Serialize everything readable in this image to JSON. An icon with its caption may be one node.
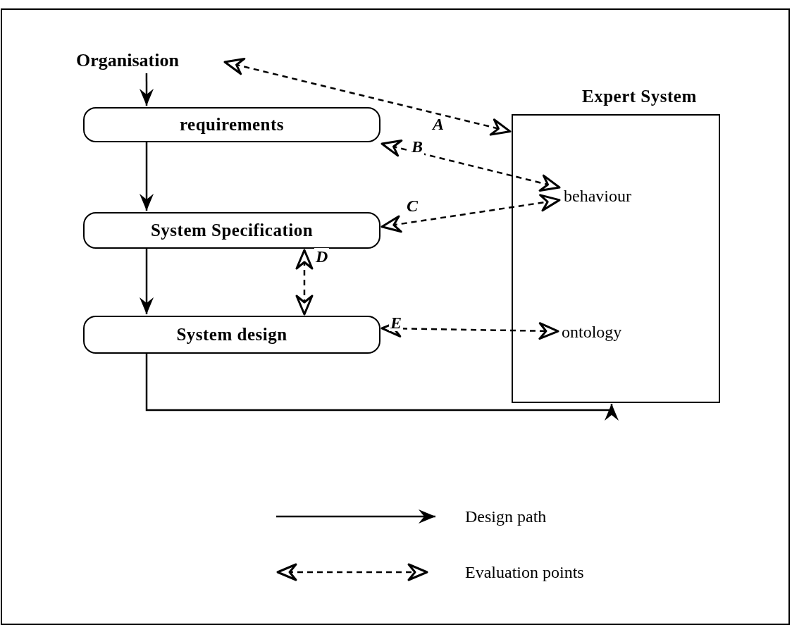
{
  "diagram": {
    "nodes": [
      {
        "text": [
          "Organisation"
        ]
      },
      {
        "text": [
          "requirements"
        ]
      },
      {
        "text": [
          "System Specification"
        ]
      },
      {
        "text": [
          "System design"
        ]
      },
      {
        "text": [
          "Expert System"
        ]
      },
      {
        "text": [
          "behaviour"
        ],
        "in": 4
      },
      {
        "text": [
          "ontology"
        ],
        "in": 4
      }
    ],
    "edges": [
      {
        "from": 0,
        "to": 1,
        "arrow": "to"
      },
      {
        "from": 1,
        "to": 2,
        "arrow": "to"
      },
      {
        "from": 2,
        "to": 3,
        "arrow": "to"
      },
      {
        "from": 3,
        "to": 4,
        "arrow": "to"
      },
      {
        "from": 0,
        "to": 4,
        "arrow": "both",
        "style": "dashed",
        "label": "A"
      },
      {
        "from": 1,
        "to": 5,
        "arrow": "both",
        "style": "dashed",
        "label": "B"
      },
      {
        "from": 2,
        "to": 5,
        "arrow": "both",
        "style": "dashed",
        "label": "C"
      },
      {
        "from": 2,
        "to": 3,
        "arrow": "both",
        "style": "dashed",
        "label": "D"
      },
      {
        "from": 3,
        "to": 6,
        "arrow": "both",
        "style": "dashed",
        "label": "E"
      }
    ],
    "legend": [
      {
        "text": "Design path"
      },
      {
        "text": "Evaluation points"
      }
    ]
  }
}
